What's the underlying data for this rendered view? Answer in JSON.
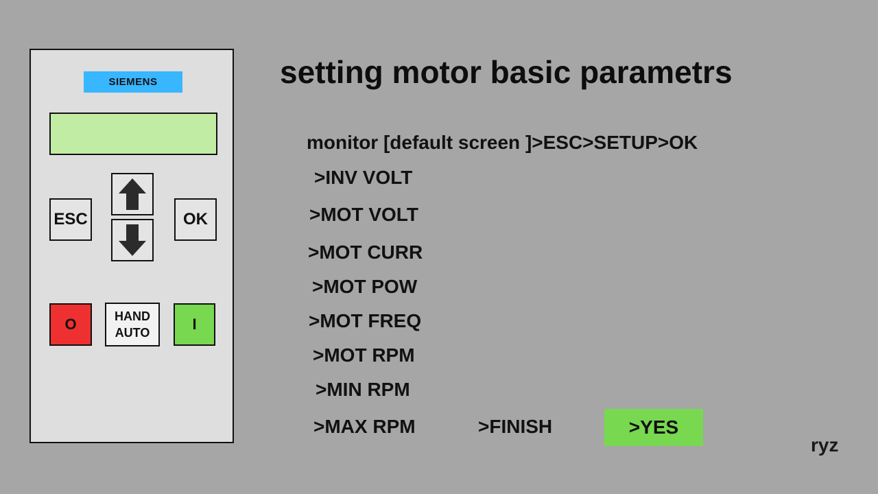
{
  "panel": {
    "brand": "SIEMENS",
    "keys": {
      "esc": "ESC",
      "ok": "OK",
      "stop": "O",
      "hand": "HAND",
      "auto": "AUTO",
      "run": "I"
    }
  },
  "title": "setting motor basic parametrs",
  "steps": {
    "path": "monitor [default screen ]>ESC>SETUP>OK",
    "inv_volt": ">INV VOLT",
    "mot_volt": ">MOT VOLT",
    "mot_curr": ">MOT CURR",
    "mot_pow": ">MOT POW",
    "mot_freq": ">MOT FREQ",
    "mot_rpm": ">MOT RPM",
    "min_rpm": ">MIN RPM",
    "max_rpm": ">MAX RPM",
    "finish": ">FINISH",
    "yes": ">YES"
  },
  "logo": "ryz",
  "colors": {
    "background": "#a6a6a6",
    "brand": "#38b6ff",
    "lcd": "#c1eca3",
    "stop": "#ee3030",
    "run": "#78d850",
    "yes": "#78d850"
  },
  "icons": {
    "up": "arrow-up-icon",
    "down": "arrow-down-icon"
  }
}
